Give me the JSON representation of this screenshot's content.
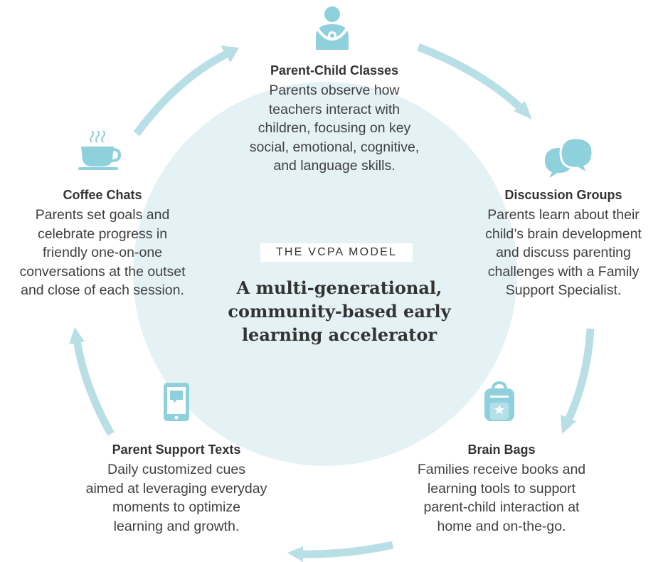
{
  "center": {
    "label": "THE VCPA MODEL",
    "title_lines": [
      "A multi-generational,",
      "community-based early",
      "learning accelerator"
    ]
  },
  "nodes": {
    "parent_child_classes": {
      "icon": "parent-child-icon",
      "title": "Parent-Child Classes",
      "lines": [
        "Parents observe how",
        "teachers interact with",
        "children, focusing on key",
        "social, emotional, cognitive,",
        "and language skills."
      ]
    },
    "discussion_groups": {
      "icon": "chat-bubbles-icon",
      "title": "Discussion Groups",
      "lines": [
        "Parents learn about their",
        "child’s brain development",
        "and discuss parenting",
        "challenges with a Family",
        "Support Specialist."
      ]
    },
    "brain_bags": {
      "icon": "backpack-icon",
      "title": "Brain Bags",
      "lines": [
        "Families receive books and",
        "learning tools to support",
        "parent-child interaction at",
        "home and on-the-go."
      ]
    },
    "parent_support_texts": {
      "icon": "smartphone-icon",
      "title": "Parent Support Texts",
      "lines": [
        "Daily customized cues",
        "aimed at leveraging everyday",
        "moments to optimize",
        "learning and growth."
      ]
    },
    "coffee_chats": {
      "icon": "coffee-cup-icon",
      "title": "Coffee Chats",
      "lines": [
        "Parents set goals and",
        "celebrate progress in",
        "friendly one-on-one",
        "conversations at the outset",
        "and close of each session."
      ]
    }
  },
  "colors": {
    "circle": "#e4f2f5",
    "arrow": "#b9dfe6",
    "icon": "#8fd0dd",
    "text": "#3b3b3b"
  }
}
